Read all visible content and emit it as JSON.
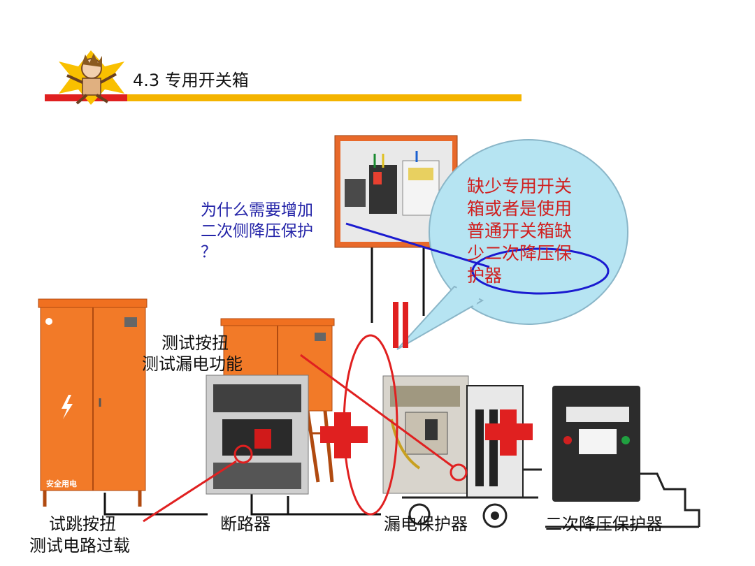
{
  "slide": {
    "title": "4.3 专用开关箱",
    "question": [
      "为什么需要增加",
      "二次侧降压保护",
      "？"
    ],
    "answer": [
      "缺少专用开关",
      "箱或者是使用",
      "普通开关箱缺",
      "少二次降压保",
      "护器"
    ],
    "labels": {
      "test_button_1": "测试按扭",
      "test_button_2": "测试漏电功能",
      "trip_button_1": "试跳按扭",
      "trip_button_2": "测试电路过载",
      "breaker": "断路器",
      "leakage_protector": "漏电保护器",
      "secondary_protector": "二次降压保护器"
    },
    "cabinet_text": "安全用电",
    "colors": {
      "accent_red": "#e02020",
      "title_bar_yellow": "#f4b400",
      "cabinet_orange": "#f07020",
      "bubble_fill": "#b6e4f2",
      "question_blue": "#2424a8",
      "annotation_blue": "#1a1ad0"
    }
  }
}
